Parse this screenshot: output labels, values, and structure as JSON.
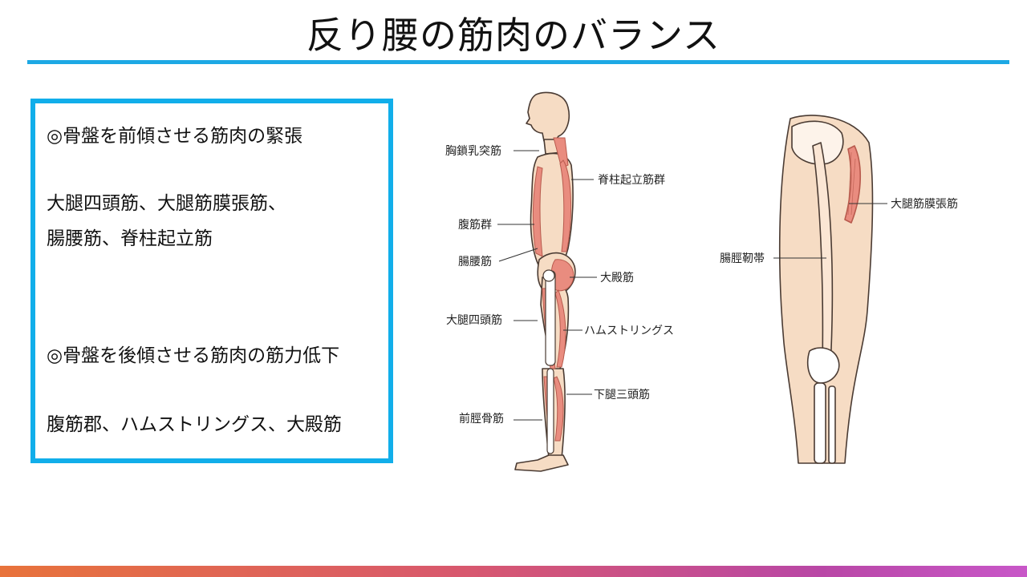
{
  "title": "反り腰の筋肉のバランス",
  "box": {
    "heading1": "◎骨盤を前傾させる筋肉の緊張",
    "line1": "大腿四頭筋、大腿筋膜張筋、",
    "line2": "腸腰筋、脊柱起立筋",
    "heading2": "◎骨盤を後傾させる筋肉の筋力低下",
    "line3": "腹筋郡、ハムストリングス、大殿筋"
  },
  "figure_left": {
    "labels": {
      "scm": "胸鎖乳突筋",
      "erector": "脊柱起立筋群",
      "abdominal": "腹筋群",
      "iliopsoas": "腸腰筋",
      "gluteus": "大殿筋",
      "quadriceps": "大腿四頭筋",
      "hamstrings": "ハムストリングス",
      "triceps_surae": "下腿三頭筋",
      "tibialis": "前脛骨筋"
    }
  },
  "figure_right": {
    "labels": {
      "tfl": "大腿筋膜張筋",
      "itband": "腸脛靭帯"
    }
  },
  "colors": {
    "accent": "#1da8e4",
    "skin": "#f6dcc4",
    "muscle": "#e98c7f",
    "muscle_dark": "#d96a5c"
  }
}
